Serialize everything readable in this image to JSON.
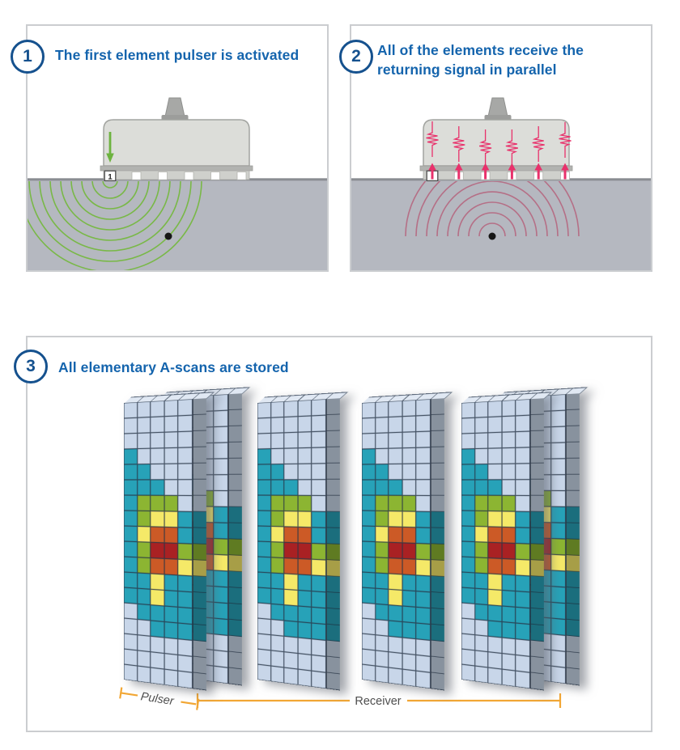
{
  "colors": {
    "accent_blue": "#1464ad",
    "badge_blue": "#15518e",
    "panel_border_gray": "#cbcdd0",
    "material_gray": "#b5b8c0",
    "pulse_green": "#6db33f",
    "arc_green": "#79b847",
    "signal_crimson": "#e8316b",
    "arc_rose": "#b56f86",
    "dimension_orange": "#f2a735",
    "label_gray": "#4e4e4e",
    "cell_pale": "#c8d6e9",
    "cell_teal": "#27a2b8",
    "cell_green": "#8cb532",
    "cell_yellow": "#f5e968",
    "cell_orange": "#cc5a26",
    "cell_red": "#a92123"
  },
  "step1": {
    "number": "1",
    "title": "The first element pulser is activated",
    "element_label": "1"
  },
  "step2": {
    "number": "2",
    "title_line1": "All of the elements receive the",
    "title_line2": "returning signal in parallel"
  },
  "step3": {
    "number": "3",
    "title": "All elementary A-scans are stored",
    "pulser_label": "Pulser",
    "receiver_label": "Receiver",
    "matrix": {
      "columns": 5,
      "rows": 18,
      "cell_codes": {
        "P": "cell_pale",
        "T": "cell_teal",
        "G": "cell_green",
        "Y": "cell_yellow",
        "O": "cell_orange",
        "R": "cell_red"
      },
      "pattern": [
        "PPPPP",
        "PPPPP",
        "PPPPP",
        "TPPPP",
        "TTPPP",
        "TTTPP",
        "TGGGP",
        "TGYYT",
        "TYOOT",
        "TGRRG",
        "TGOOY",
        "TTYTT",
        "TTYTT",
        "PTTTT",
        "PPTTT",
        "PPPPP",
        "PPPPP",
        "PPPPP"
      ]
    },
    "groups": [
      {
        "name": "pulser-plus-rear-slab",
        "slabs": 2
      },
      {
        "name": "receiver-slab-2",
        "slabs": 1
      },
      {
        "name": "receiver-slab-3",
        "slabs": 1
      },
      {
        "name": "receiver-slab-4",
        "slabs": 2
      }
    ]
  }
}
